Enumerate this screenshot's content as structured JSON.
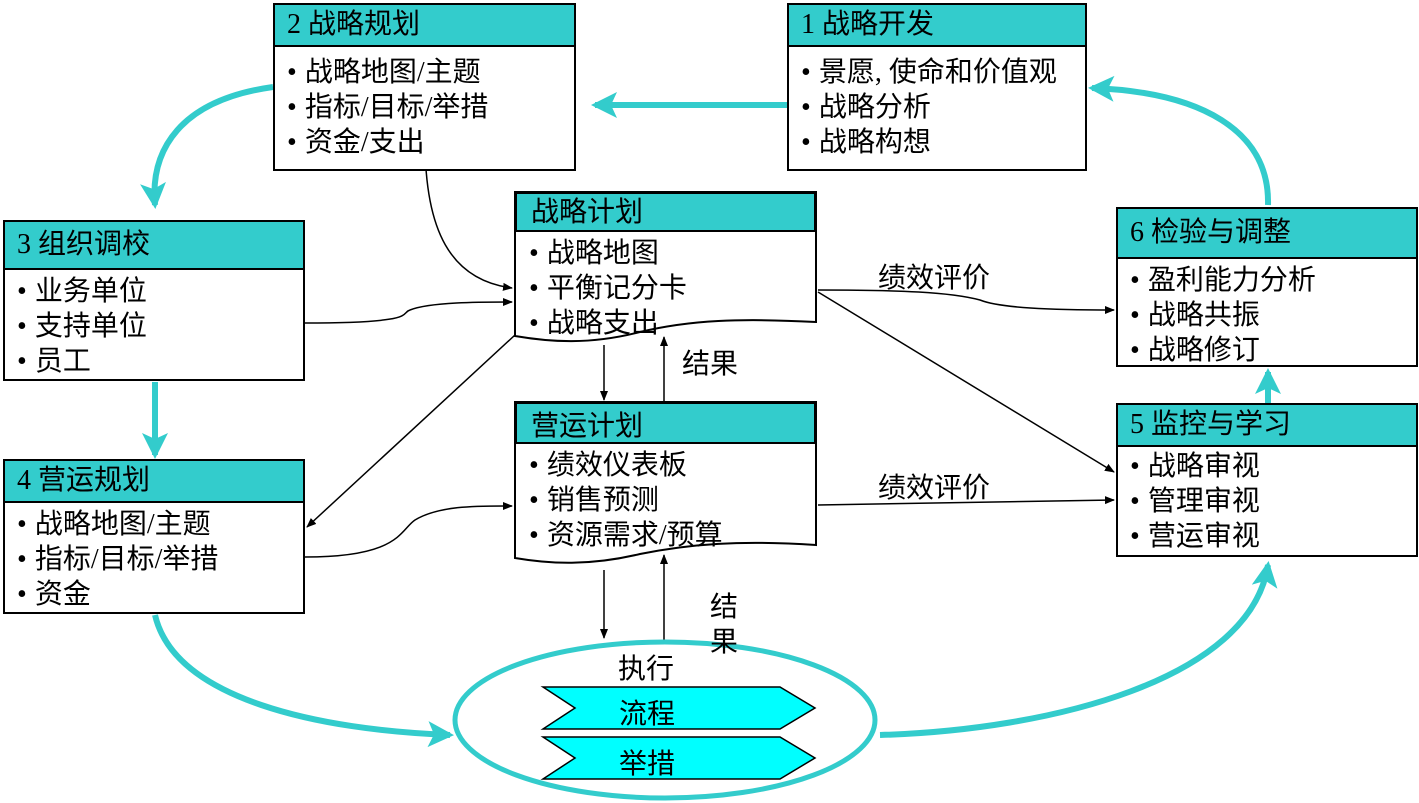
{
  "boxes": {
    "b1": {
      "title": "1 战略开发",
      "items": [
        "景愿, 使命和价值观",
        "战略分析",
        "战略构想"
      ]
    },
    "b2": {
      "title": "2 战略规划",
      "items": [
        "战略地图/主题",
        "指标/目标/举措",
        "资金/支出"
      ]
    },
    "b3": {
      "title": "3 组织调校",
      "items": [
        "业务单位",
        "支持单位",
        "员工"
      ]
    },
    "b4": {
      "title": "4 营运规划",
      "items": [
        "战略地图/主题",
        "指标/目标/举措",
        "资金"
      ]
    },
    "b5": {
      "title": "5 监控与学习",
      "items": [
        "战略审视",
        "管理审视",
        "营运审视"
      ]
    },
    "b6": {
      "title": "6 检验与调整",
      "items": [
        "盈利能力分析",
        "战略共振",
        "战略修订"
      ]
    }
  },
  "strategy_plan": {
    "title": "战略计划",
    "items": [
      "战略地图",
      "平衡记分卡",
      "战略支出"
    ]
  },
  "operating_plan": {
    "title": "营运计划",
    "items": [
      "绩效仪表板",
      "销售预测",
      "资源需求/预算"
    ]
  },
  "labels": {
    "perf_eval_top": "绩效评价",
    "perf_eval_bottom": "绩效评价",
    "result_top": "结果",
    "result_bottom_1": "结",
    "result_bottom_2": "果",
    "execute": "执行"
  },
  "execution": {
    "process": "流程",
    "initiative": "举措"
  },
  "colors": {
    "accent": "#33cccc",
    "cycle_arrow": "#33cccc",
    "chevron": "#00ffff"
  }
}
